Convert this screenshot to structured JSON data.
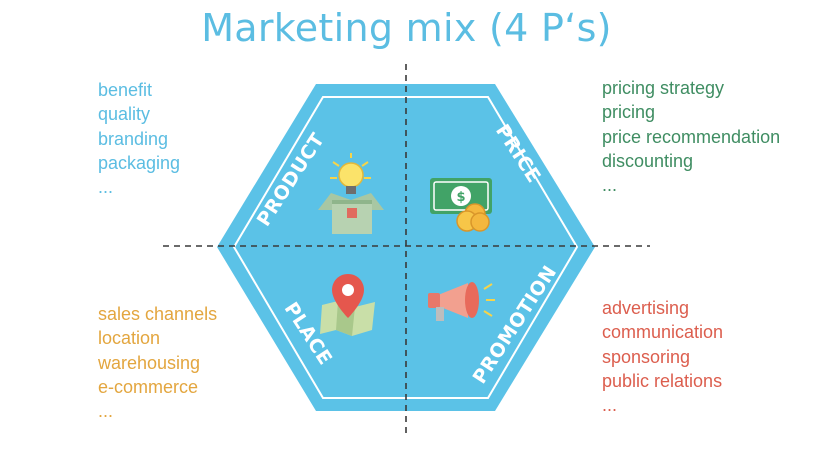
{
  "title": "Marketing mix (4 P‘s)",
  "quadrants": {
    "product": {
      "label": "PRODUCT",
      "icon": "lightbulb-box-icon",
      "color": "#5bbde2",
      "items": [
        "benefit",
        "quality",
        "branding",
        "packaging",
        "..."
      ]
    },
    "price": {
      "label": "PRICE",
      "icon": "money-coins-icon",
      "color": "#3f8d62",
      "items": [
        "pricing strategy",
        "pricing",
        "price recommendation",
        "discounting",
        "..."
      ]
    },
    "place": {
      "label": "PLACE",
      "icon": "map-pin-icon",
      "color": "#e3a63f",
      "items": [
        "sales channels",
        "location",
        "warehousing",
        "e-commerce",
        "..."
      ]
    },
    "promotion": {
      "label": "PROMOTION",
      "icon": "megaphone-icon",
      "color": "#dc5e4e",
      "items": [
        "advertising",
        "communication",
        "sponsoring",
        "public relations",
        "..."
      ]
    }
  },
  "colors": {
    "hexagon": "#5bc2e7",
    "title": "#5bbde2"
  }
}
